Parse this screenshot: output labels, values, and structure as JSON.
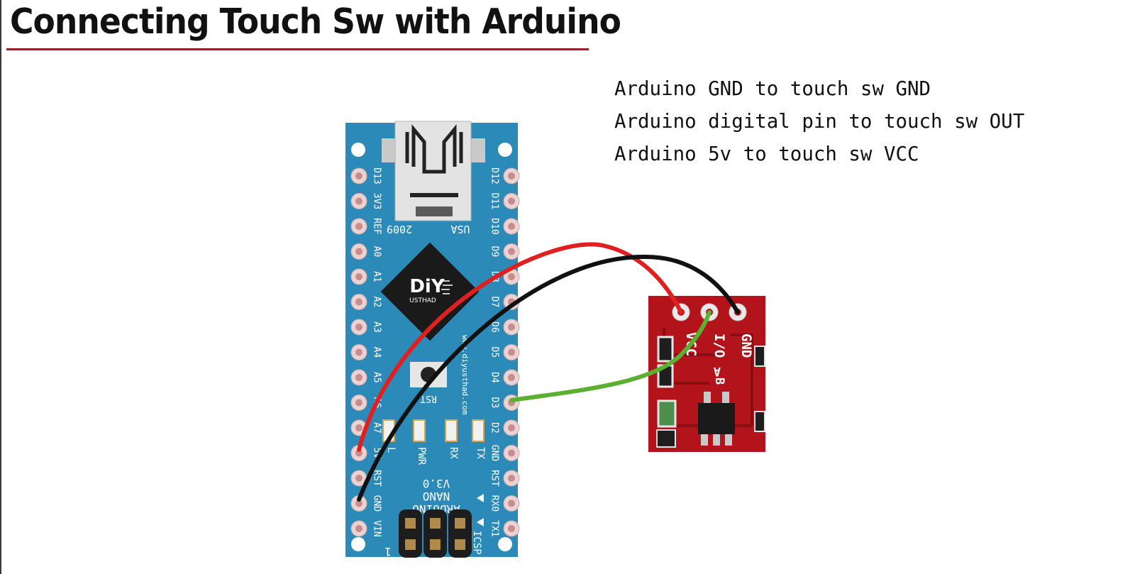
{
  "title": "Connecting Touch Sw with Arduino",
  "notes": [
    "Arduino GND to touch sw GND",
    "Arduino digital pin to touch sw OUT",
    "Arduino 5v to touch sw VCC"
  ],
  "board": {
    "left_pins": [
      "D13",
      "3V3",
      "REF",
      "A0",
      "A1",
      "A2",
      "A3",
      "A4",
      "A5",
      "A6",
      "A7",
      "5V",
      "RST",
      "GND",
      "VIN"
    ],
    "right_pins": [
      "D12",
      "D11",
      "D10",
      "D9",
      "D8",
      "D7",
      "D6",
      "D5",
      "D4",
      "D3",
      "D2",
      "GND",
      "RST",
      "RX0",
      "TX1"
    ],
    "usb_left": "2009",
    "usb_right": "USA",
    "chip_logo": "DiY",
    "chip_sub": "USTHAD",
    "website": "www.diyusthad.com",
    "reset_label": "RST",
    "leds": [
      "L",
      "PWR",
      "RX",
      "TX"
    ],
    "model_lines": [
      "ARDUINO",
      "NANO",
      "V3.0"
    ],
    "icsp": "ICSP",
    "icsp_marker": "1"
  },
  "module": {
    "pin_labels": [
      "VCC",
      "I/O",
      "GND"
    ],
    "pad_labels": [
      "B",
      "A"
    ]
  },
  "colors": {
    "board": "#2c8ab8",
    "module": "#b3141c",
    "wire_vcc": "#e02020",
    "wire_gnd": "#111111",
    "wire_out": "#5ab030",
    "title_rule": "#9a1f24"
  }
}
